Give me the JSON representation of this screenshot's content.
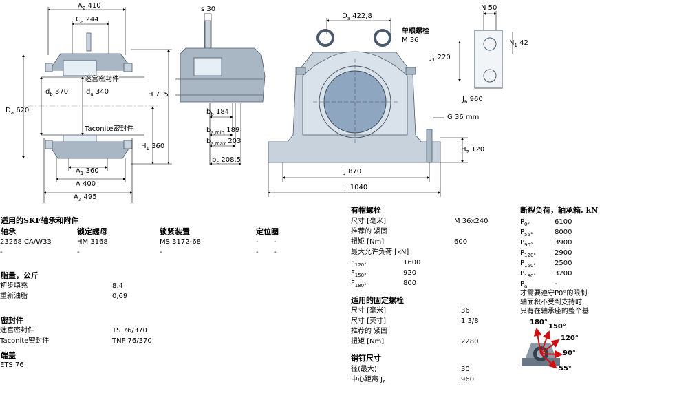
{
  "drawing": {
    "a2": "A",
    "a2_sub": "2",
    "a2_val": "410",
    "ca": "C",
    "ca_sub": "a",
    "ca_val": "244",
    "s": "s",
    "s_val": "30",
    "da_top": "D",
    "da_top_sub": "a",
    "da_top_val": "422,8",
    "bolt_title": "单眼螺栓",
    "bolt_m": "M 36",
    "n": "N",
    "n_val": "50",
    "n1": "N",
    "n1_sub": "1",
    "n1_val": "42",
    "j1": "J",
    "j1_sub": "1",
    "j1_val": "220",
    "j6": "J",
    "j6_sub": "6",
    "j6_val": "960",
    "seal_label": "迷宫密封件",
    "db": "d",
    "db_sub": "b",
    "db_val": "370",
    "da_small": "d",
    "da_small_sub": "a",
    "da_small_val": "340",
    "h": "H",
    "h_val": "715",
    "da_big": "D",
    "da_big_sub": "a",
    "da_big_val": "620",
    "taconite_label": "Taconite密封件",
    "bb": "b",
    "bb_sub": "b",
    "bb_val": "184",
    "bamin": "b",
    "bamin_sub": "a,min",
    "bamin_val": "189",
    "bamax": "b",
    "bamax_sub": "a,max",
    "bamax_val": "203",
    "bc": "b",
    "bc_sub": "c",
    "bc_val": "208,5",
    "g": "G",
    "g_val": "36 mm",
    "h2": "H",
    "h2_sub": "2",
    "h2_val": "120",
    "h1": "H",
    "h1_sub": "1",
    "h1_val": "360",
    "a1": "A",
    "a1_sub": "1",
    "a1_val": "360",
    "a": "A",
    "a_val": "400",
    "a3": "A",
    "a3_sub": "3",
    "a3_val": "495",
    "j": "J",
    "j_val": "870",
    "l": "L",
    "l_val": "1040",
    "angle_180": "180°",
    "angle_150": "150°",
    "angle_120": "120°",
    "angle_90": "90°",
    "angle_55": "55°",
    "colors": {
      "housing": "#a9b6c4",
      "seal": "#c8d2dc",
      "arrow": "#d01010"
    }
  },
  "parts": {
    "title": "适用的SKF轴承和附件",
    "headers": [
      "轴承",
      "锁定螺母",
      "锁紧装置",
      "定位圈"
    ],
    "rows": [
      [
        "23268 CA/W33",
        "HM 3168",
        "MS 3172-68",
        "-",
        "-"
      ],
      [
        "-",
        "-",
        "-",
        "-",
        "-"
      ]
    ]
  },
  "grease": {
    "title": "脂量，公斤",
    "rows": [
      {
        "label": "初步填充",
        "value": "8,4"
      },
      {
        "label": "重新油脂",
        "value": "0,69"
      }
    ]
  },
  "seals": {
    "title": "密封件",
    "rows": [
      {
        "label": "迷宫密封件",
        "value": "TS 76/370"
      },
      {
        "label": "Taconite密封件",
        "value": "TNF 76/370"
      }
    ]
  },
  "endcap": {
    "title": "端盖",
    "value": "ETS 76"
  },
  "capbolt": {
    "title": "有帽螺栓",
    "size_label": "尺寸 [毫米]",
    "size_value": "M 36x240",
    "torque_head": "推荐的 紧固",
    "torque_label": "扭矩 [Nm]",
    "torque_value": "600",
    "maxload_label": "最大允许负荷 [kN]",
    "loads": [
      {
        "sym": "F",
        "sub": "120°",
        "value": "1600"
      },
      {
        "sym": "F",
        "sub": "150°",
        "value": "920"
      },
      {
        "sym": "F",
        "sub": "180°",
        "value": "800"
      }
    ]
  },
  "fixbolt": {
    "title": "适用的固定螺栓",
    "size_mm_label": "尺寸 [毫米]",
    "size_mm_value": "36",
    "size_in_label": "尺寸 [英寸]",
    "size_in_value": "1 3/8",
    "torque_head": "推荐的 紧固",
    "torque_label": "扭矩 [Nm]",
    "torque_value": "2280"
  },
  "dowel": {
    "title": "销钉尺寸",
    "dia_label": "径(最大)",
    "dia_value": "30",
    "center_label": "中心距离 J",
    "center_sub": "6",
    "center_value": "960"
  },
  "breaking": {
    "title": "断裂负荷，轴承箱, kN",
    "rows": [
      {
        "sym": "P",
        "sub": "0°",
        "value": "6100"
      },
      {
        "sym": "P",
        "sub": "55°",
        "value": "8000"
      },
      {
        "sym": "P",
        "sub": "90°",
        "value": "3900"
      },
      {
        "sym": "P",
        "sub": "120°",
        "value": "2900"
      },
      {
        "sym": "P",
        "sub": "150°",
        "value": "2500"
      },
      {
        "sym": "P",
        "sub": "180°",
        "value": "3200"
      },
      {
        "sym": "P",
        "sub": "a",
        "value": "-"
      }
    ],
    "note1": "才需要遵守P0°的限制",
    "note2": "轴面积不受到支持时,",
    "note3": "只有在轴承座的整个基"
  }
}
